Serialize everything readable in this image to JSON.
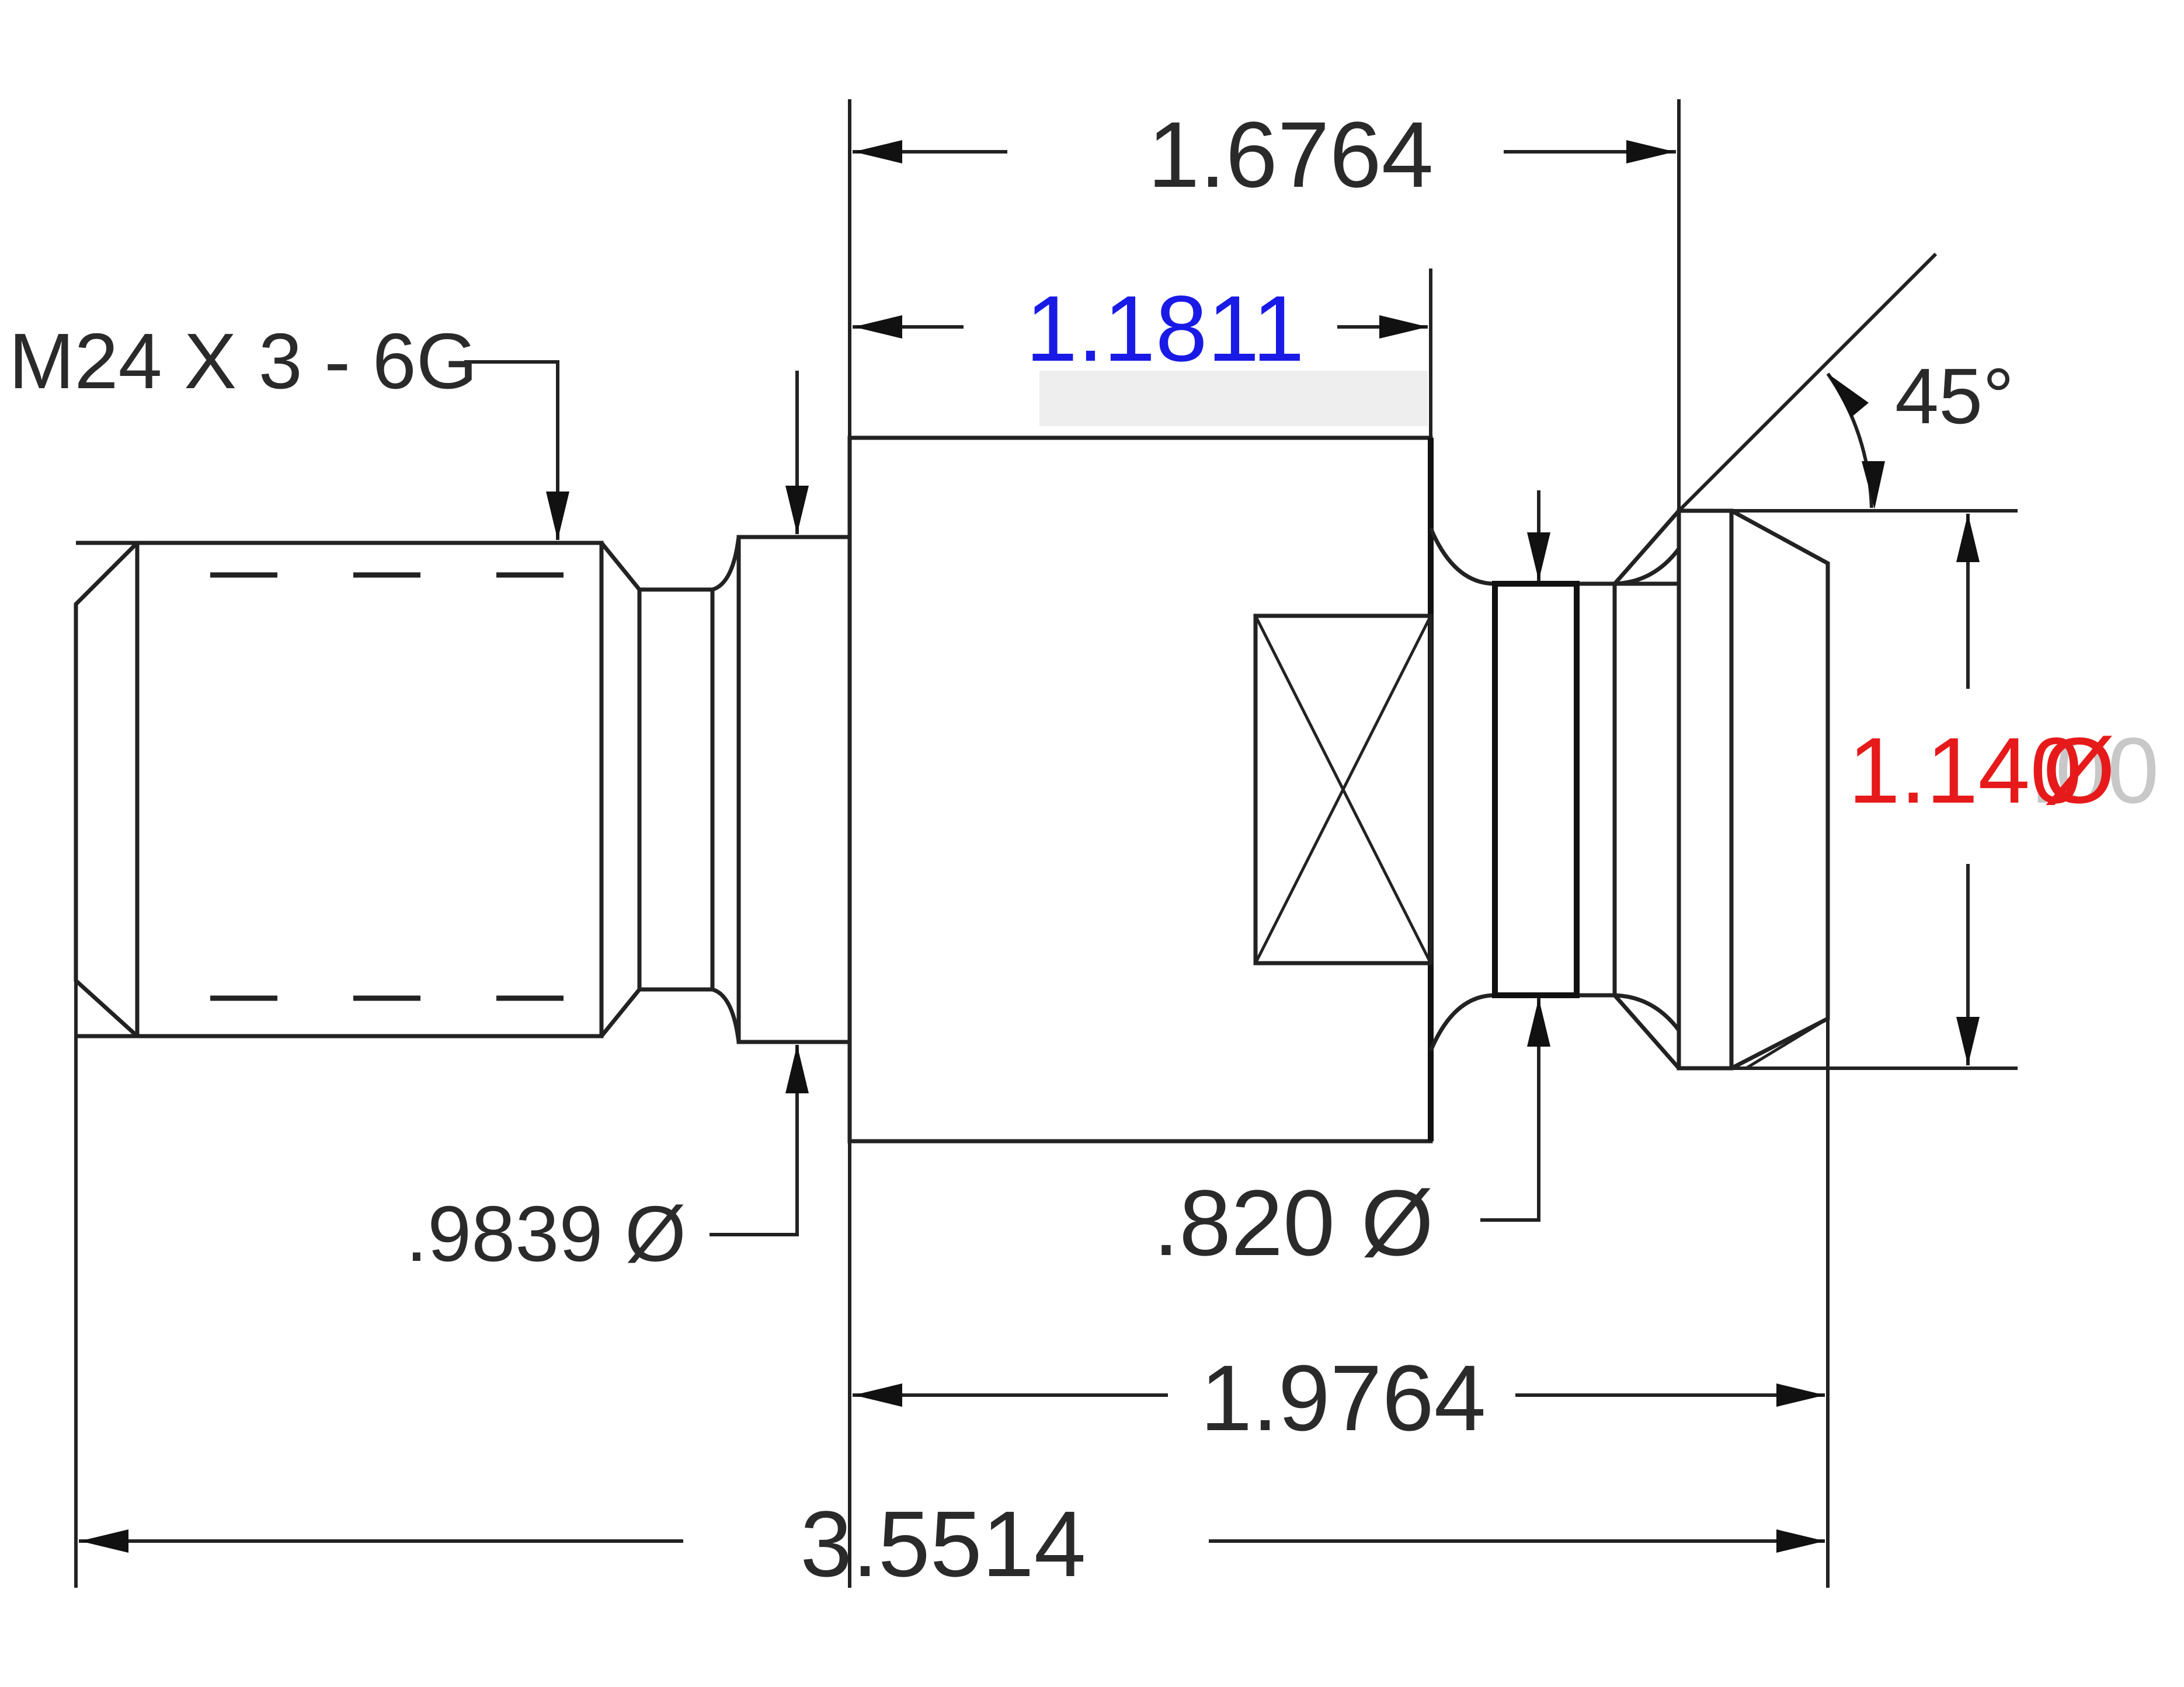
{
  "colors": {
    "line": "#222222",
    "text": "#2a2a2a",
    "highlight_blue": "#1a1ae6",
    "highlight_red": "#e61a1a",
    "ghost_text": "#c8c8c8",
    "label_bg": "#eeeeee"
  },
  "dimensions": {
    "overall_length": "3.5514",
    "right_length": "1.9764",
    "top_length": "1.6764",
    "body_length": "1.1811",
    "flange_diameter": "1.140",
    "diameter_symbol": "Ø",
    "ghost_suffix": ".00",
    "shoulder_diameter": ".9839 Ø",
    "neck_diameter": ".820 Ø",
    "chamfer_angle": "45°"
  },
  "thread_callout": "M24 X 3 - 6G"
}
